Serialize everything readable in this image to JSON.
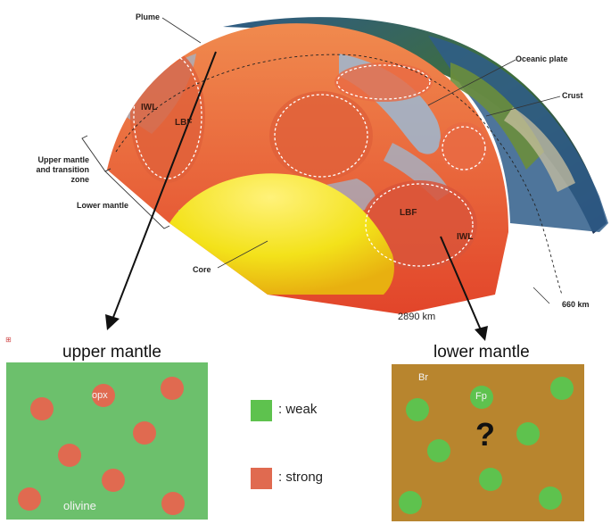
{
  "labels": {
    "plume": "Plume",
    "oceanic_plate": "Oceanic plate",
    "crust": "Crust",
    "upper_mantle_tz": "Upper mantle and transition zone",
    "lower_mantle_side": "Lower mantle",
    "core": "Core",
    "depth_2890": "2890 km",
    "depth_660": "660 km",
    "iwl_left": "IWL",
    "lbf_left": "LBF",
    "lbf_right": "LBF",
    "iwl_right": "IWL"
  },
  "panels": {
    "upper": {
      "title": "upper mantle",
      "phase_minor": "opx",
      "phase_major": "olivine"
    },
    "lower": {
      "title": "lower mantle",
      "phase_major": "Br",
      "phase_minor": "Fp",
      "unknown": "?"
    }
  },
  "legend": {
    "weak": ": weak",
    "strong": ": strong"
  },
  "colors": {
    "weak": "#5ec24e",
    "strong": "#e06a50",
    "upper_bg": "#6cc06c",
    "lower_bg": "#b8852e",
    "core": "#f2e21a",
    "mantle": "#e8502e"
  },
  "icons": {
    "corner": "expand-icon"
  }
}
